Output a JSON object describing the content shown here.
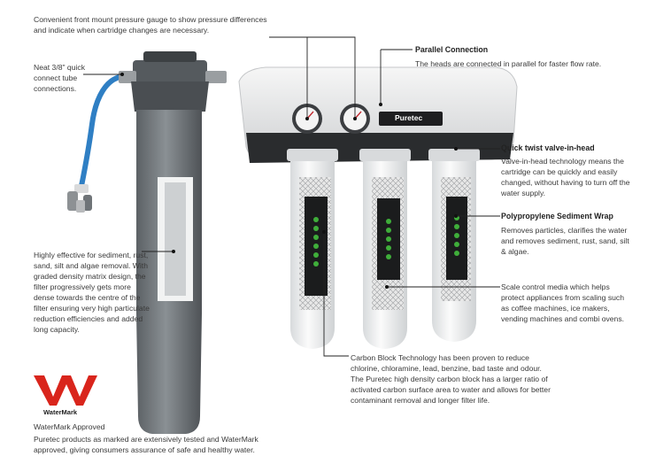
{
  "annotations": {
    "gauge": "Convenient front mount pressure gauge to show pressure differences and indicate when cartridge changes are necessary.",
    "connect": "Neat 3/8\" quick connect tube connections.",
    "sediment_filter": "Highly effective for sediment, rust, sand, silt and algae removal. With graded density matrix design, the filter progressively gets more dense towards the centre of the filter ensuring very high particulate reduction efficiencies and added long capacity.",
    "parallel_title": "Parallel Connection",
    "parallel_body": "The heads are connected in parallel for faster flow rate.",
    "valve_title": "Quick twist valve-in-head",
    "valve_body": "Valve-in-head technology means the cartridge can be quickly and easily changed, without having to turn off the water supply.",
    "wrap_title": "Polypropylene Sediment Wrap",
    "wrap_body": "Removes particles, clarifies the water and removes sediment, rust, sand, silt & algae.",
    "scale_body": "Scale control media which helps protect appliances from scaling such as coffee machines, ice makers, vending machines and combi ovens.",
    "carbon_body": "Carbon Block Technology has been proven to reduce chlorine, chloramine, lead, benzine, bad taste and odour. The Puretec high density carbon block has a larger ratio of activated carbon surface area to water and allows for better contaminant removal and longer filter life."
  },
  "watermark": {
    "logo_label": "WaterMark",
    "approved": "WaterMark Approved",
    "body": "Puretec products as marked are extensively tested and WaterMark approved, giving consumers assurance of safe and healthy water."
  },
  "brand": {
    "name": "Puretec"
  },
  "colors": {
    "watermark_red": "#d9251c",
    "housing": "#6f7478",
    "cartridge": "#eef0f1",
    "tube": "#2f7fc4",
    "media": "#3fae3a"
  }
}
